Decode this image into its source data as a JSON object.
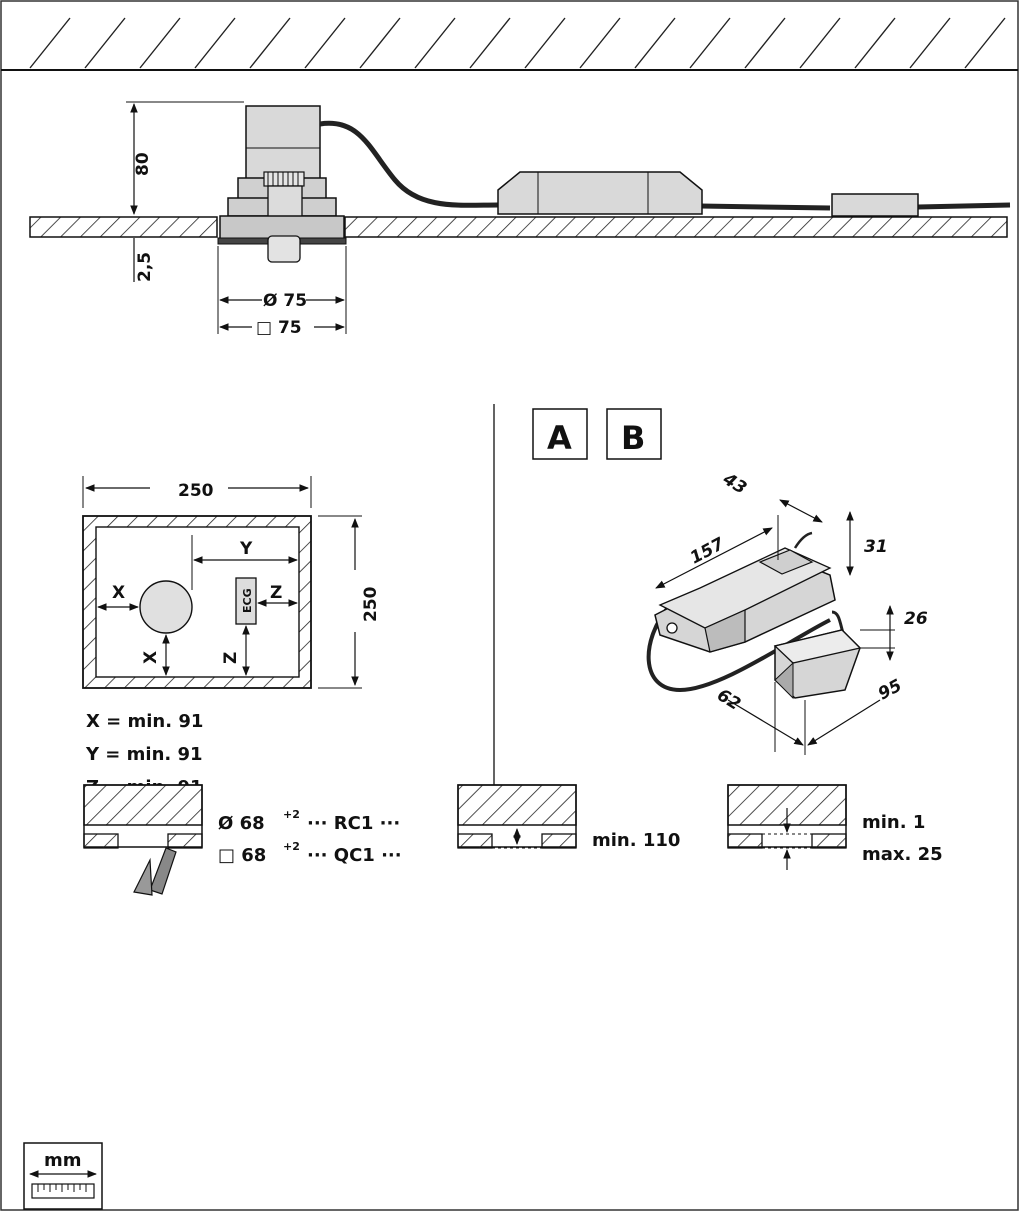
{
  "top": {
    "height_80": "80",
    "height_25": "2,5",
    "dia_75": "Ø 75",
    "sq_75": "□ 75"
  },
  "placement": {
    "width_250": "250",
    "height_250": "250",
    "x": "X",
    "y": "Y",
    "z": "Z",
    "ecg": "ECG",
    "notes": [
      "X = min. 91",
      "Y = min. 91",
      "Z = min. 91"
    ]
  },
  "variants": {
    "a": "A",
    "b": "B"
  },
  "driver": {
    "d157": "157",
    "d43": "43",
    "d31": "31",
    "d26": "26",
    "d62": "62",
    "d95": "95"
  },
  "cutout": {
    "round": "Ø  68",
    "square": "□ 68",
    "tol": "+2",
    "rc": "··· RC1 ···",
    "qc": "··· QC1 ···",
    "min_depth": "min. 110",
    "min_thk": "min. 1",
    "max_thk": "max. 25"
  },
  "units": {
    "mm": "mm"
  }
}
